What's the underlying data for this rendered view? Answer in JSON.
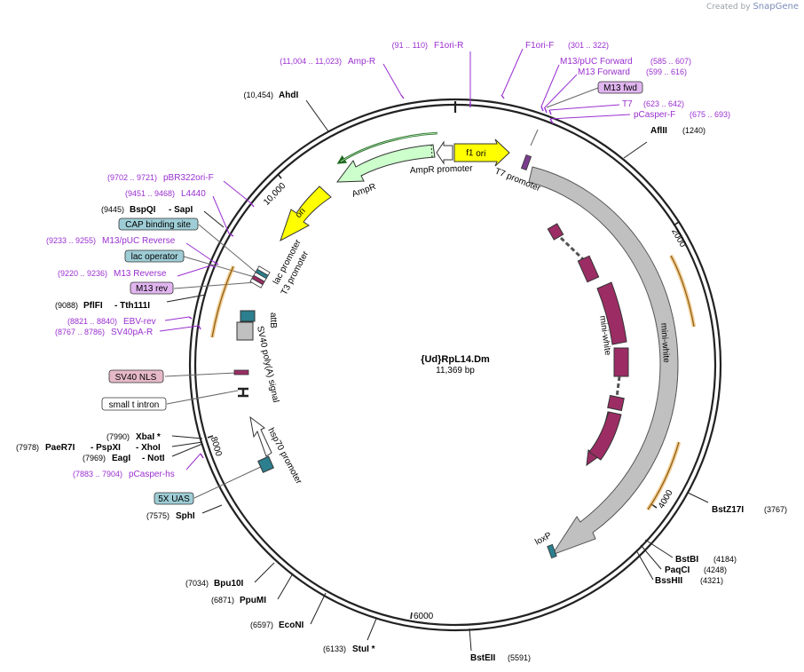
{
  "credit": {
    "prefix": "Created by",
    "brand": "SnapGene"
  },
  "plasmid": {
    "name": "{Ud}RpL14.Dm",
    "size_label": "11,369 bp",
    "length": 11369
  },
  "colors": {
    "primer": "#9a2fd0",
    "enzyme": "#000000",
    "promoter": "#ffffff",
    "ori": "#ffff00",
    "ampr": "#ccffcc",
    "gene": "#c0c0c0",
    "maroon": "#9b2d64",
    "teal": "#2c7f8e",
    "orange": "#e3a33b"
  },
  "tick_labels": [
    "2000",
    "4000",
    "6000",
    "8000",
    "10,000"
  ],
  "features": {
    "f1_ori": "f1 ori",
    "ampr_promoter": "AmpR promoter",
    "ampr": "AmpR",
    "t7_promoter": "T7 promoter",
    "ori": "ori",
    "mini_white_outer": "mini-white",
    "mini_white_inner": "mini-white",
    "lac_promoter": "lac promoter",
    "t3_promoter": "T3 promoter",
    "attb": "attB",
    "sv40_polya": "SV40 poly(A) signal",
    "hsp70_promoter": "hsp70 promoter",
    "loxp": "loxP"
  },
  "boxed_labels": {
    "m13_fwd": "M13 fwd",
    "cap_site": "CAP binding site",
    "lac_operator": "lac operator",
    "m13_rev": "M13 rev",
    "sv40_nls": "SV40 NLS",
    "small_t_intron": "small t intron",
    "uas": "5X UAS"
  },
  "primers": {
    "amp_r": {
      "range": "(11,004 .. 11,023)",
      "name": "Amp-R"
    },
    "f1ori_r": {
      "range": "(91 .. 110)",
      "name": "F1ori-R"
    },
    "f1ori_f": {
      "name": "F1ori-F",
      "range": "(301 .. 322)"
    },
    "m13_puc_fwd": {
      "name": "M13/pUC Forward",
      "range": "(585 .. 607)"
    },
    "m13_fwd": {
      "name": "M13 Forward",
      "range": "(599 .. 616)"
    },
    "t7": {
      "name": "T7",
      "range": "(623 .. 642)"
    },
    "pcasper_f": {
      "name": "pCasper-F",
      "range": "(675 .. 693)"
    },
    "pbr322ori_f": {
      "range": "(9702 .. 9721)",
      "name": "pBR322ori-F"
    },
    "l4440": {
      "range": "(9451 .. 9468)",
      "name": "L4440"
    },
    "m13_puc_rev": {
      "range": "(9233 .. 9255)",
      "name": "M13/pUC Reverse"
    },
    "m13_rev": {
      "range": "(9220 .. 9236)",
      "name": "M13 Reverse"
    },
    "ebv_rev": {
      "range": "(8821 .. 8840)",
      "name": "EBV-rev"
    },
    "sv40pa_r": {
      "range": "(8767 .. 8786)",
      "name": "SV40pA-R"
    },
    "pcasper_hs": {
      "range": "(7883 .. 7904)",
      "name": "pCasper-hs"
    }
  },
  "enzymes": {
    "ahdi": {
      "pos": "(10,454)",
      "name": "AhdI"
    },
    "aflii": {
      "name": "AflII",
      "pos": "(1240)"
    },
    "bspqi_sapi": {
      "pos": "(9445)",
      "name": "BspQI",
      "name2": "- SapI"
    },
    "pflfi_tth": {
      "pos": "(9088)",
      "name": "PflFI",
      "name2": "- Tth111I"
    },
    "xbai": {
      "pos": "(7990)",
      "name": "XbaI *"
    },
    "paer7i_group": {
      "pos": "(7978)",
      "name": "PaeR7I",
      "name2": "- PspXI",
      "name3": "- XhoI"
    },
    "eagi_noti": {
      "pos": "(7969)",
      "name": "EagI",
      "name2": "- NotI"
    },
    "sphi": {
      "pos": "(7575)",
      "name": "SphI"
    },
    "bpu10i": {
      "pos": "(7034)",
      "name": "Bpu10I"
    },
    "ppumi": {
      "pos": "(6871)",
      "name": "PpuMI"
    },
    "econi": {
      "pos": "(6597)",
      "name": "EcoNI"
    },
    "stui": {
      "pos": "(6133)",
      "name": "StuI *"
    },
    "bsteii": {
      "name": "BstEII",
      "pos": "(5591)"
    },
    "bstz17i": {
      "name": "BstZ17I",
      "pos": "(3767)"
    },
    "bstbi": {
      "name": "BstBI",
      "pos": "(4184)"
    },
    "paqci": {
      "name": "PaqCI",
      "pos": "(4248)"
    },
    "bsshii": {
      "name": "BssHII",
      "pos": "(4321)"
    }
  }
}
